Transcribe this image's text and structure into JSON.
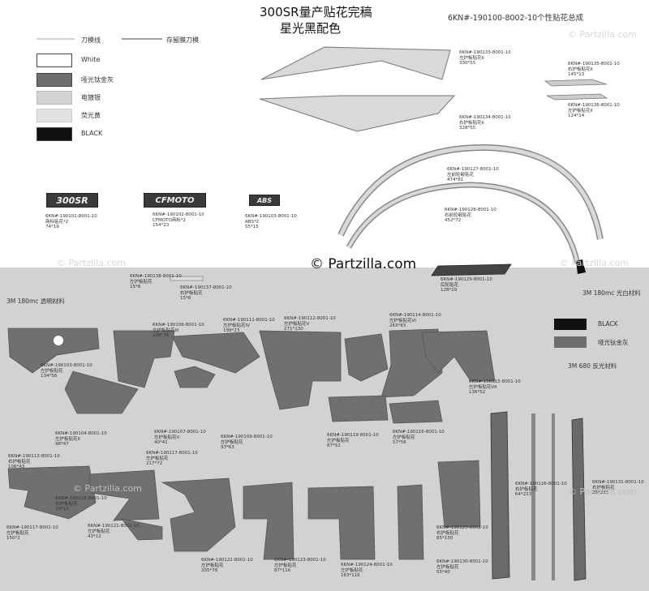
{
  "header": {
    "title_line1": "300SR量产贴花完稿",
    "title_line2": "星光黑配色",
    "part_number": "6KN#-190100-8002-10个性贴花总成"
  },
  "legend": {
    "knife_line": "刀模线",
    "reserve_line": "存留膜刀模",
    "items": [
      {
        "label": "White",
        "color": "#ffffff"
      },
      {
        "label": "哑光钛金灰",
        "color": "#6e6e6e"
      },
      {
        "label": "电镀银",
        "color": "#d4d4d4"
      },
      {
        "label": "荧光黄",
        "color": "#e2e2e2"
      },
      {
        "label": "BLACK",
        "color": "#111111"
      }
    ]
  },
  "logos": [
    {
      "text": "300SR",
      "code": "6KN#-190101-8001-10\n商标贴花*2\n74*19"
    },
    {
      "text": "CFMOTO",
      "code": "6KN#-190102-8001-10\nCFMOTO商标*2\n154*23"
    },
    {
      "text": "ABS",
      "code": "6KN#-190103-8001-10\nABS*2\n55*15"
    }
  ],
  "top_codes": {
    "stripe_a": "6KN#-190133-8001-10\n左护板贴花II\n330*55",
    "stripe_b": "6KN#-190134-8001-10\n右护板贴花II\n328*55",
    "small_a": "6KN#-190135-8001-10\n右护板贴花II\n145*13",
    "small_b": "6KN#-190136-8001-10\n左护板贴花II\n124*14",
    "arc_a": "6KN#-190127-8001-10\n左前轮毂贴花\n474*81",
    "arc_b": "6KN#-190128-8001-10\n右前轮毂贴花\n452*72",
    "tag": "6KN#-190129-8001-10\n后轮贴花\n128*19",
    "plate_a": "6KN#-190138-8001-10\n左护板贴花\n15*8",
    "plate_b": "6KN#-190137-8001-10\n右护板贴花\n15*8"
  },
  "materials": {
    "clear": "3M 180mc 透明材料",
    "white": "3M 180mc 光白材料",
    "reflective": "3M 680 反光材料",
    "black_label": "BLACK",
    "grey_label": "哑光钛金灰"
  },
  "panel_codes": [
    "6KN#-190103-8001-10\n左护板贴花\n134*58",
    "6KN#-190106-8001-10\n左护板贴花III\n208*76",
    "6KN#-190111-8001-10\n左护板贴花IV\n199*23",
    "6KN#-190112-8001-10\n左护板贴花V\n271*130",
    "6KN#-190114-8001-10\n左护板贴花VI\n263*83",
    "6KN#-190115-8001-10\n左护板贴花VII\n136*52",
    "6KN#-190104-8001-10\n左护板贴花II\n98*47",
    "6KN#-190107-8001-10\n左护板贴花V\n40*41",
    "6KN#-190109-8001-10\n左护板贴花\n93*63",
    "6KN#-190119-8001-10\n左护板贴花\n87*52",
    "6KN#-190116-8001-10\n左护板贴花\n57*56",
    "6KN#-190113-8001-10\n右护板贴花\n106*43",
    "6KN#-190117-8001-10\n左护板贴花\n217*72",
    "6KN#-190118-8001-10\n右护板贴花\n29*13",
    "6KN#-190117-8001-10\n左护板贴花\n150*2",
    "6KN#-190121-8001-10\n左护板贴花\n43*12",
    "6KN#-190122-8001-10\n左护板贴花\n205*78",
    "6KN#-190123-8001-10\n左护板贴花\n87*116",
    "6KN#-190124-8001-10\n左护板贴花\n163*116",
    "6KN#-190125-8001-10\n右护板贴花\n85*130",
    "6KN#-190126-8001-10\n右护板贴花\n64*223",
    "6KN#-190131-8001-10\n右护板贴花\n25*233",
    "6KN#-190130-8001-10\n左护板贴花\n55*40"
  ],
  "watermark": "© Partzilla.com",
  "watermark_small": "© Partzilla.com"
}
